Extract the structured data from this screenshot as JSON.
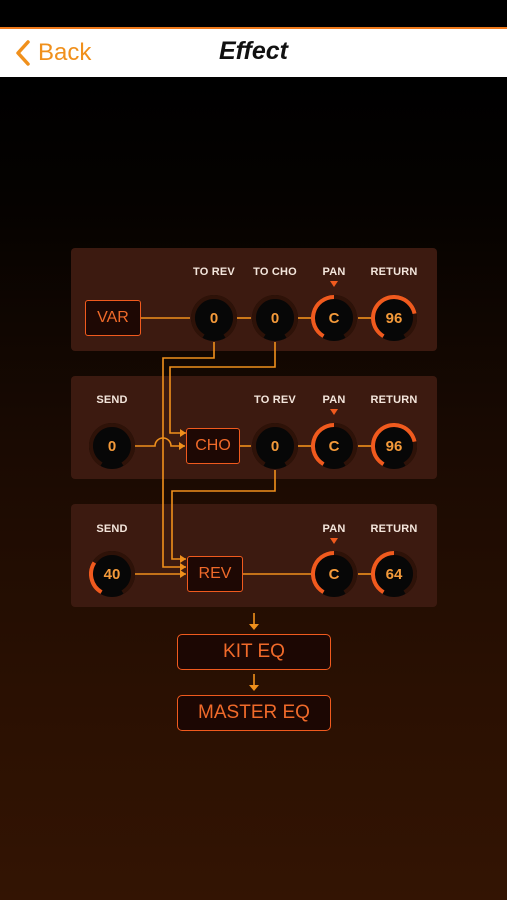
{
  "nav": {
    "back_label": "Back",
    "title": "Effect"
  },
  "colors": {
    "accent": "#f07a1c",
    "wire": "#f0901c",
    "box_border": "#f05a1e",
    "panel": "#3c1a10"
  },
  "var_panel": {
    "box": "VAR",
    "labels": {
      "to_rev": "TO REV",
      "to_cho": "TO CHO",
      "pan": "PAN",
      "return": "RETURN"
    },
    "to_rev": {
      "value": "0",
      "level": 0
    },
    "to_cho": {
      "value": "0",
      "level": 0
    },
    "pan": {
      "value": "C",
      "level": 0.5
    },
    "return": {
      "value": "96",
      "level": 0.76
    }
  },
  "cho_panel": {
    "box": "CHO",
    "labels": {
      "send": "SEND",
      "to_rev": "TO REV",
      "pan": "PAN",
      "return": "RETURN"
    },
    "send": {
      "value": "0",
      "level": 0
    },
    "to_rev": {
      "value": "0",
      "level": 0
    },
    "pan": {
      "value": "C",
      "level": 0.5
    },
    "return": {
      "value": "96",
      "level": 0.76
    }
  },
  "rev_panel": {
    "box": "REV",
    "labels": {
      "send": "SEND",
      "pan": "PAN",
      "return": "RETURN"
    },
    "send": {
      "value": "40",
      "level": 0.31
    },
    "pan": {
      "value": "C",
      "level": 0.5
    },
    "return": {
      "value": "64",
      "level": 0.5
    }
  },
  "chain": {
    "kit_eq": "KIT EQ",
    "master_eq": "MASTER EQ"
  }
}
